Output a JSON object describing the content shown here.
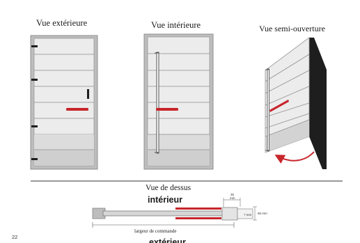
{
  "views": {
    "exterior_title": "Vue extérieure",
    "interior_title": "Vue intérieure",
    "semi_open_title": "Vue semi-ouverture"
  },
  "top_view": {
    "title": "Vue de dessus",
    "interior_label": "intérieur",
    "exterior_label": "extérieur",
    "width_label": "largeur de commande",
    "dim_top": "35",
    "dim_top_unit": "mm",
    "dim_right": "65 mm",
    "dim_inner": "? mm"
  },
  "page_number": "22",
  "colors": {
    "handle_red": "#c8252b",
    "panel_grey": "#e7e7e7",
    "frame_grey": "#a9a9a9",
    "dark_edge": "#1e1e1e"
  }
}
